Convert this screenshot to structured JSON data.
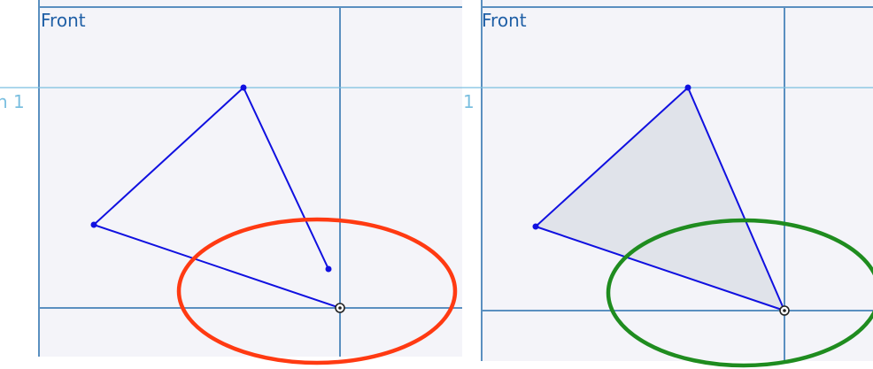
{
  "left_panel": {
    "view_label": "Front",
    "dimension_label": "h 1",
    "annotation_color": "#ff3a12",
    "state": "open-sketch"
  },
  "right_panel": {
    "view_label": "Front",
    "dimension_label": "1",
    "annotation_color": "#1f8c1f",
    "state": "closed-sketch-filled"
  },
  "colors": {
    "canvas": "#f4f4f9",
    "sketch_line": "#1010e0",
    "axis": "#5a8fc0",
    "guide": "#7bbfe0",
    "fill": "#e0e3ea"
  }
}
